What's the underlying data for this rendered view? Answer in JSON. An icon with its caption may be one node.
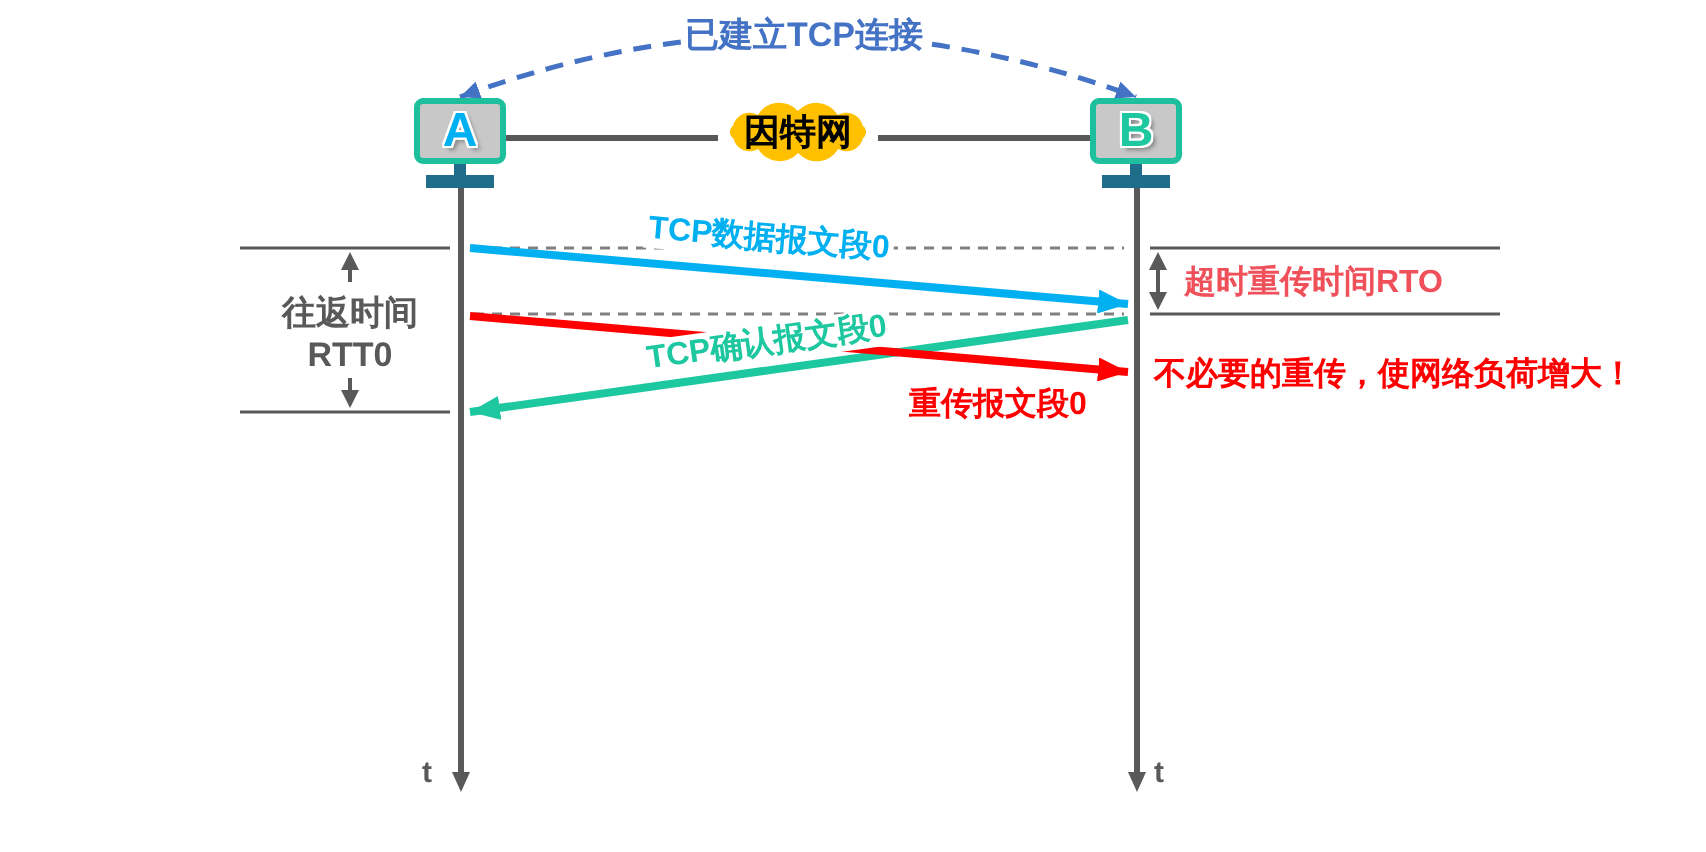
{
  "diagram": {
    "nodes": [
      {
        "text": [
          "A"
        ]
      },
      {
        "text": [
          "因特网"
        ]
      },
      {
        "text": [
          "B"
        ]
      },
      {
        "text": [],
        "shape": "line"
      },
      {
        "text": [],
        "shape": "line"
      }
    ],
    "edges": [
      {
        "from": 0,
        "to": 1,
        "arrow": "none"
      },
      {
        "from": 1,
        "to": 2,
        "arrow": "none"
      },
      {
        "from": 0,
        "to": 2,
        "arrow": "both",
        "label": "已建立TCP连接",
        "style": "dashed",
        "color": "#4472c4"
      },
      {
        "from": 3,
        "to": 4,
        "arrow": "to",
        "label": "TCP数据报文段0",
        "color": "#00b0f0"
      },
      {
        "from": 4,
        "to": 3,
        "arrow": "to",
        "label": "TCP确认报文段0",
        "color": "#1dc8a0"
      },
      {
        "from": 3,
        "to": 4,
        "arrow": "to",
        "label": "重传报文段0",
        "color": "#ff0000"
      }
    ],
    "labels": [
      "往返时间 RTT0",
      "超时重传时间RTO",
      "不必要的重传，使网络负荷增大！",
      "t",
      "t"
    ]
  }
}
